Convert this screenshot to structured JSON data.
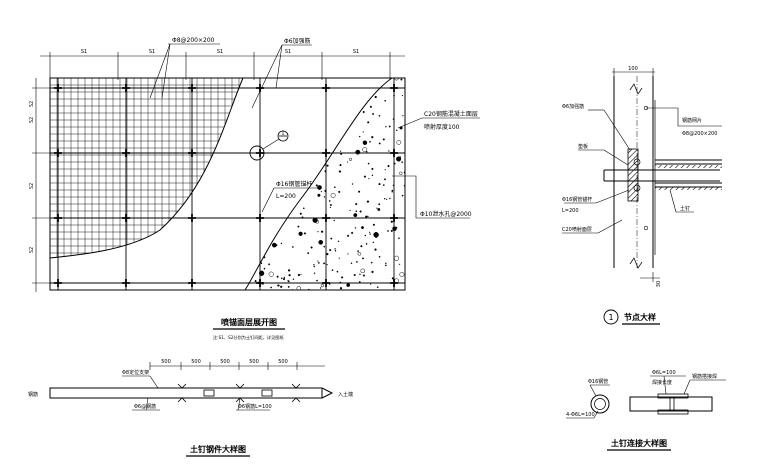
{
  "main_plan": {
    "dims_top": [
      "S1",
      "S1",
      "S1",
      "S1",
      "S1"
    ],
    "dims_left": [
      "S2",
      "S2",
      "S2",
      "S2"
    ],
    "callout_mesh": "Φ8@200×200",
    "callout_bar": "Φ6加强筋",
    "callout_concrete_1": "C20钢筋混凝土面层",
    "callout_concrete_2": "喷射厚度100",
    "callout_nail_1": "Φ16钢管锚杆",
    "callout_nail_2": "L=200",
    "callout_drain": "Φ10泄水孔@2000",
    "node_ref": "1",
    "title": "喷锚面层展开图",
    "note": "注:S1、S2分别为土钉间距，详见图纸"
  },
  "node_detail": {
    "dim_top": "100",
    "dim_bottom": "30",
    "label_bar": "Φ6加强筋",
    "label_mesh_1": "钢筋网片",
    "label_mesh_2": "Φ8@200×200",
    "label_plate": "垫板",
    "label_nail_1": "Φ16钢管锚杆",
    "label_nail_2": "L=200",
    "label_concrete": "C20喷射面层",
    "label_soil": "土钉",
    "ref_number": "1",
    "title": "节点大样"
  },
  "nail_detail": {
    "label_left": "钢筋",
    "label_right": "入土端",
    "label_top": "Φ8定位支架",
    "label_bottom_1": "Φ6@钢筋",
    "label_bottom_2": "Φ6钢筋L=100",
    "spacings": [
      "500",
      "500",
      "500",
      "500",
      "500"
    ],
    "title": "土钉钢件大样图"
  },
  "joint_detail": {
    "label_circle": "Φ16钢管",
    "label_dim": "4-Φ6L=100",
    "label_top_1": "Φ6L=100",
    "label_top_2": "焊接长度",
    "label_right": "钢筋搭接焊",
    "title": "土钉连接大样图"
  }
}
